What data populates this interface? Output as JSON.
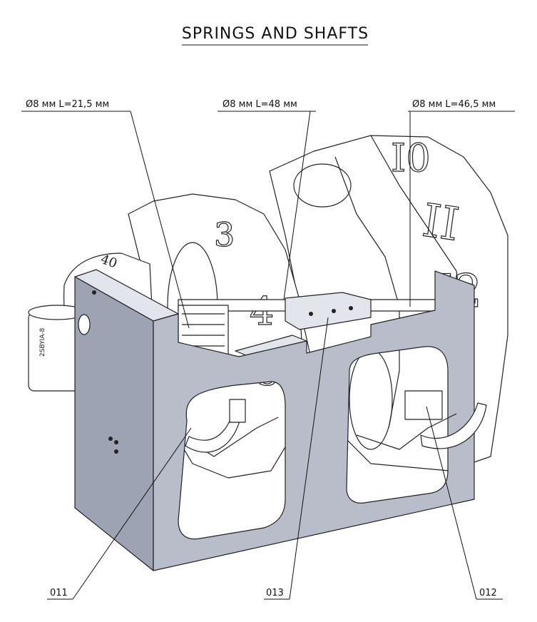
{
  "title": "SPRINGS AND SHAFTS",
  "shaft_notes": [
    {
      "id": "shaft-left",
      "text": "Ø8 мм L=21,5 мм"
    },
    {
      "id": "shaft-middle",
      "text": "Ø8 мм L=48 мм"
    },
    {
      "id": "shaft-right",
      "text": "Ø8 мм L=46,5 мм"
    }
  ],
  "part_labels": [
    {
      "id": "part-011",
      "text": "011"
    },
    {
      "id": "part-013",
      "text": "013"
    },
    {
      "id": "part-012",
      "text": "012"
    }
  ],
  "colors": {
    "frame_front": "#b9bdca",
    "frame_side": "#9ea3b4",
    "frame_top": "#e3e5ec",
    "drum": "#ffffff",
    "line": "#111111"
  }
}
